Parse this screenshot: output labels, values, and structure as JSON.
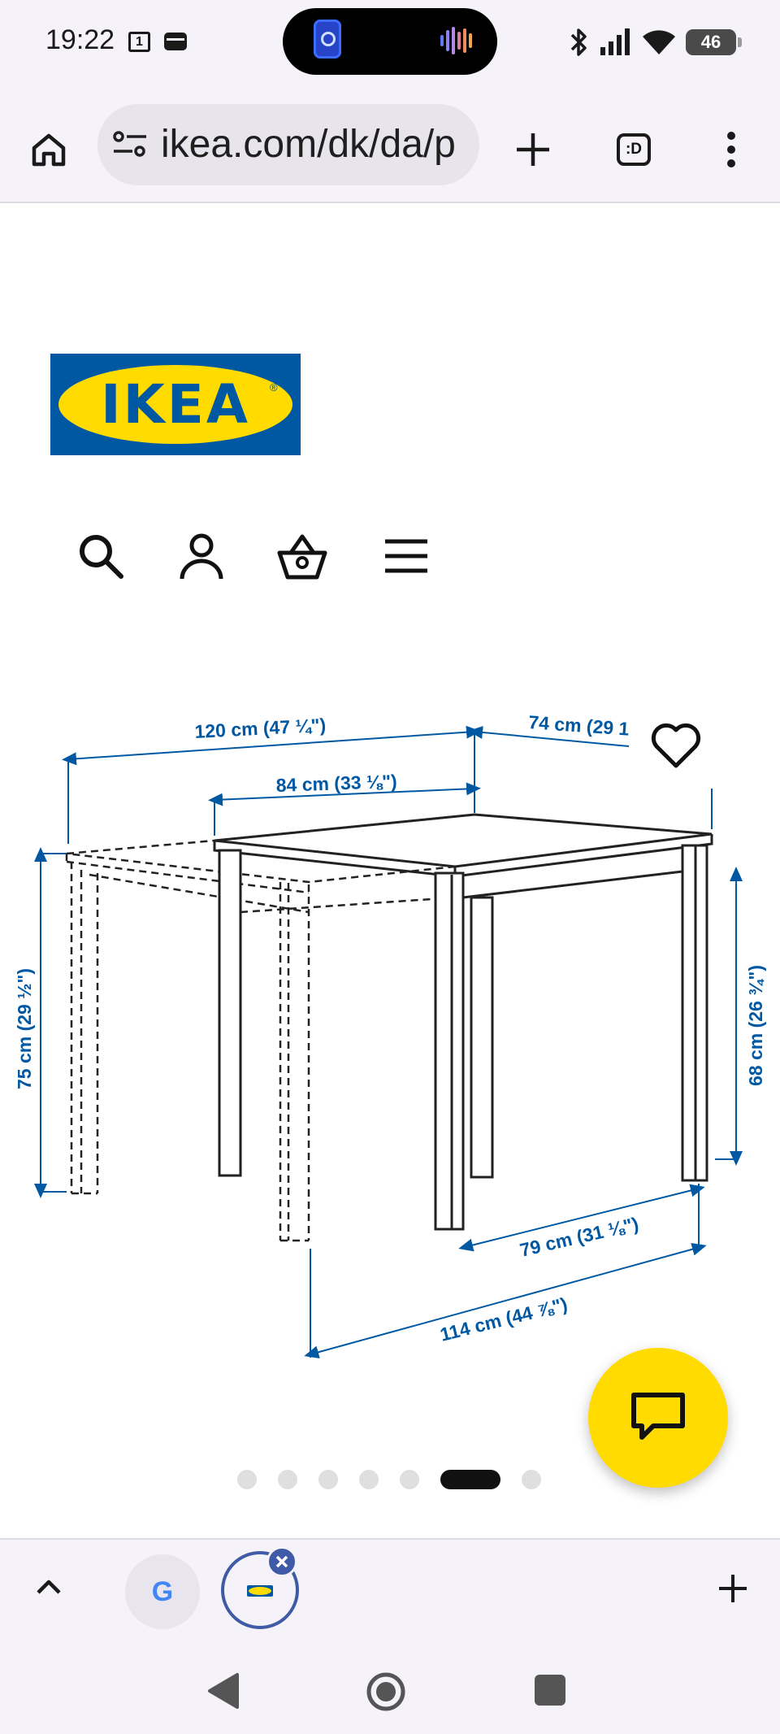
{
  "status_bar": {
    "time": "19:22",
    "notification_badge": "1",
    "battery_level": "46",
    "icons": [
      "calendar-icon",
      "wallet-icon",
      "bluetooth-icon",
      "signal-icon",
      "wifi-icon",
      "battery-icon"
    ]
  },
  "browser": {
    "url": "ikea.com/dk/da/p",
    "tabs_button_label": ":D",
    "icons": [
      "home-icon",
      "site-settings-icon",
      "new-tab-plus-icon",
      "tab-switcher-icon",
      "more-vert-icon"
    ]
  },
  "site": {
    "logo_text": "IKEA",
    "logo_registered": "®",
    "nav_icons": [
      "search-icon",
      "account-icon",
      "basket-icon",
      "hamburger-menu-icon"
    ],
    "brand_colors": {
      "blue": "#0058a3",
      "yellow": "#ffdb00"
    }
  },
  "product_image": {
    "dimensions": {
      "width_extended": "120 cm (47 ¼\")",
      "width_closed": "84 cm (33 ⅛\")",
      "depth": "74 cm (29 1",
      "height": "75 cm (29 ½\")",
      "leg_clearance": "68 cm (26 ¾\")",
      "inner_depth": "79 cm (31 ⅛\")",
      "inner_width_extended": "114 cm (44 ⅞\")"
    },
    "dimension_color": "#0058a3"
  },
  "gallery": {
    "total_images": 7,
    "active_index": 5
  },
  "tab_strip": {
    "google_tab_glyph": "G",
    "icons": [
      "chevron-up-icon",
      "close-tab-icon",
      "add-tab-plus-icon"
    ]
  }
}
